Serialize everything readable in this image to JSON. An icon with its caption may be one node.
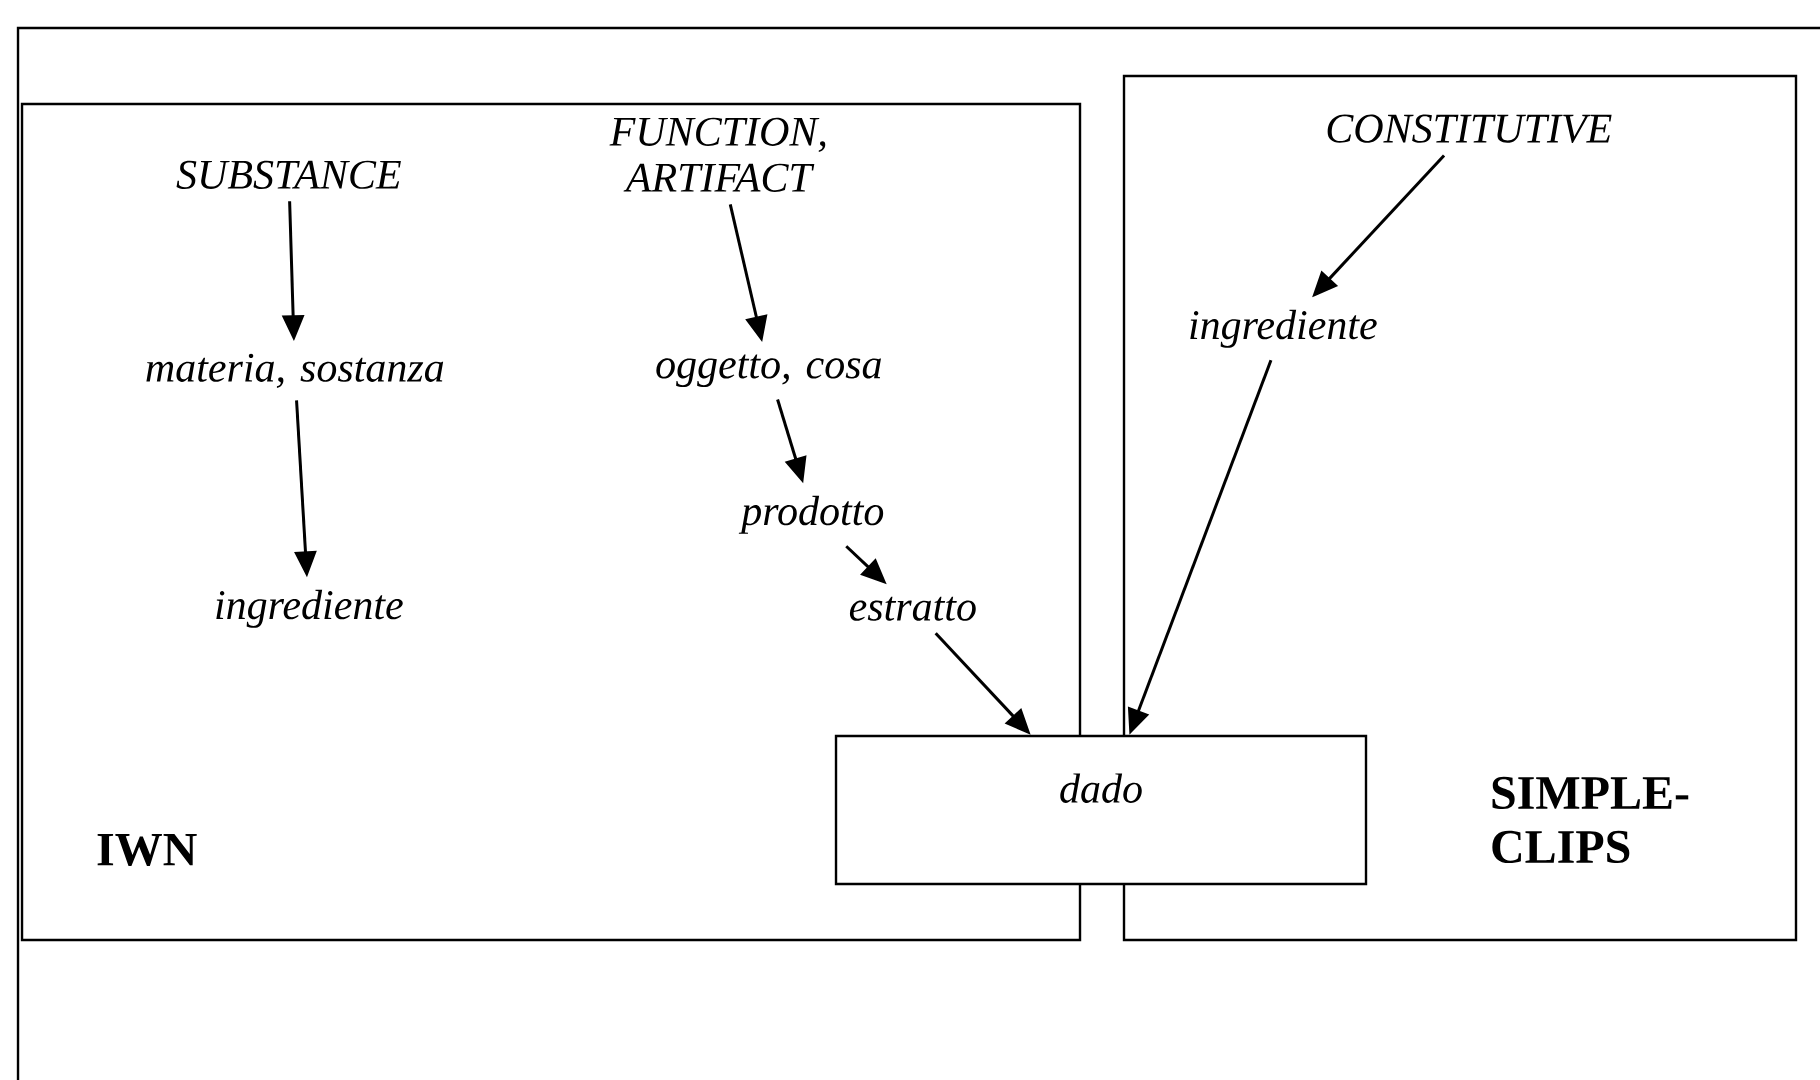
{
  "diagram": {
    "nodes": [
      {
        "text": [
          "IWN"
        ]
      },
      {
        "text": [
          "SUBSTANCE"
        ],
        "in": 0
      },
      {
        "text": [
          "materia, sostanza"
        ],
        "in": 0
      },
      {
        "text": [
          "ingrediente"
        ],
        "in": 0
      },
      {
        "text": [
          "FUNCTION, ARTIFACT"
        ],
        "in": 0
      },
      {
        "text": [
          "oggetto, cosa"
        ],
        "in": 0
      },
      {
        "text": [
          "prodotto"
        ],
        "in": 0
      },
      {
        "text": [
          "estratto"
        ],
        "in": 0
      },
      {
        "text": [
          "SIMPLE-CLIPS"
        ]
      },
      {
        "text": [
          "CONSTITUTIVE"
        ],
        "in": 8
      },
      {
        "text": [
          "ingrediente"
        ],
        "in": 8
      },
      {
        "text": [
          "dado"
        ]
      }
    ],
    "edges": [
      {
        "from": 1,
        "to": 2,
        "arrow": "to"
      },
      {
        "from": 2,
        "to": 3,
        "arrow": "to"
      },
      {
        "from": 4,
        "to": 5,
        "arrow": "to"
      },
      {
        "from": 5,
        "to": 6,
        "arrow": "to"
      },
      {
        "from": 6,
        "to": 7,
        "arrow": "to"
      },
      {
        "from": 7,
        "to": 11,
        "arrow": "to"
      },
      {
        "from": 9,
        "to": 10,
        "arrow": "to"
      },
      {
        "from": 10,
        "to": 11,
        "arrow": "to"
      }
    ]
  }
}
